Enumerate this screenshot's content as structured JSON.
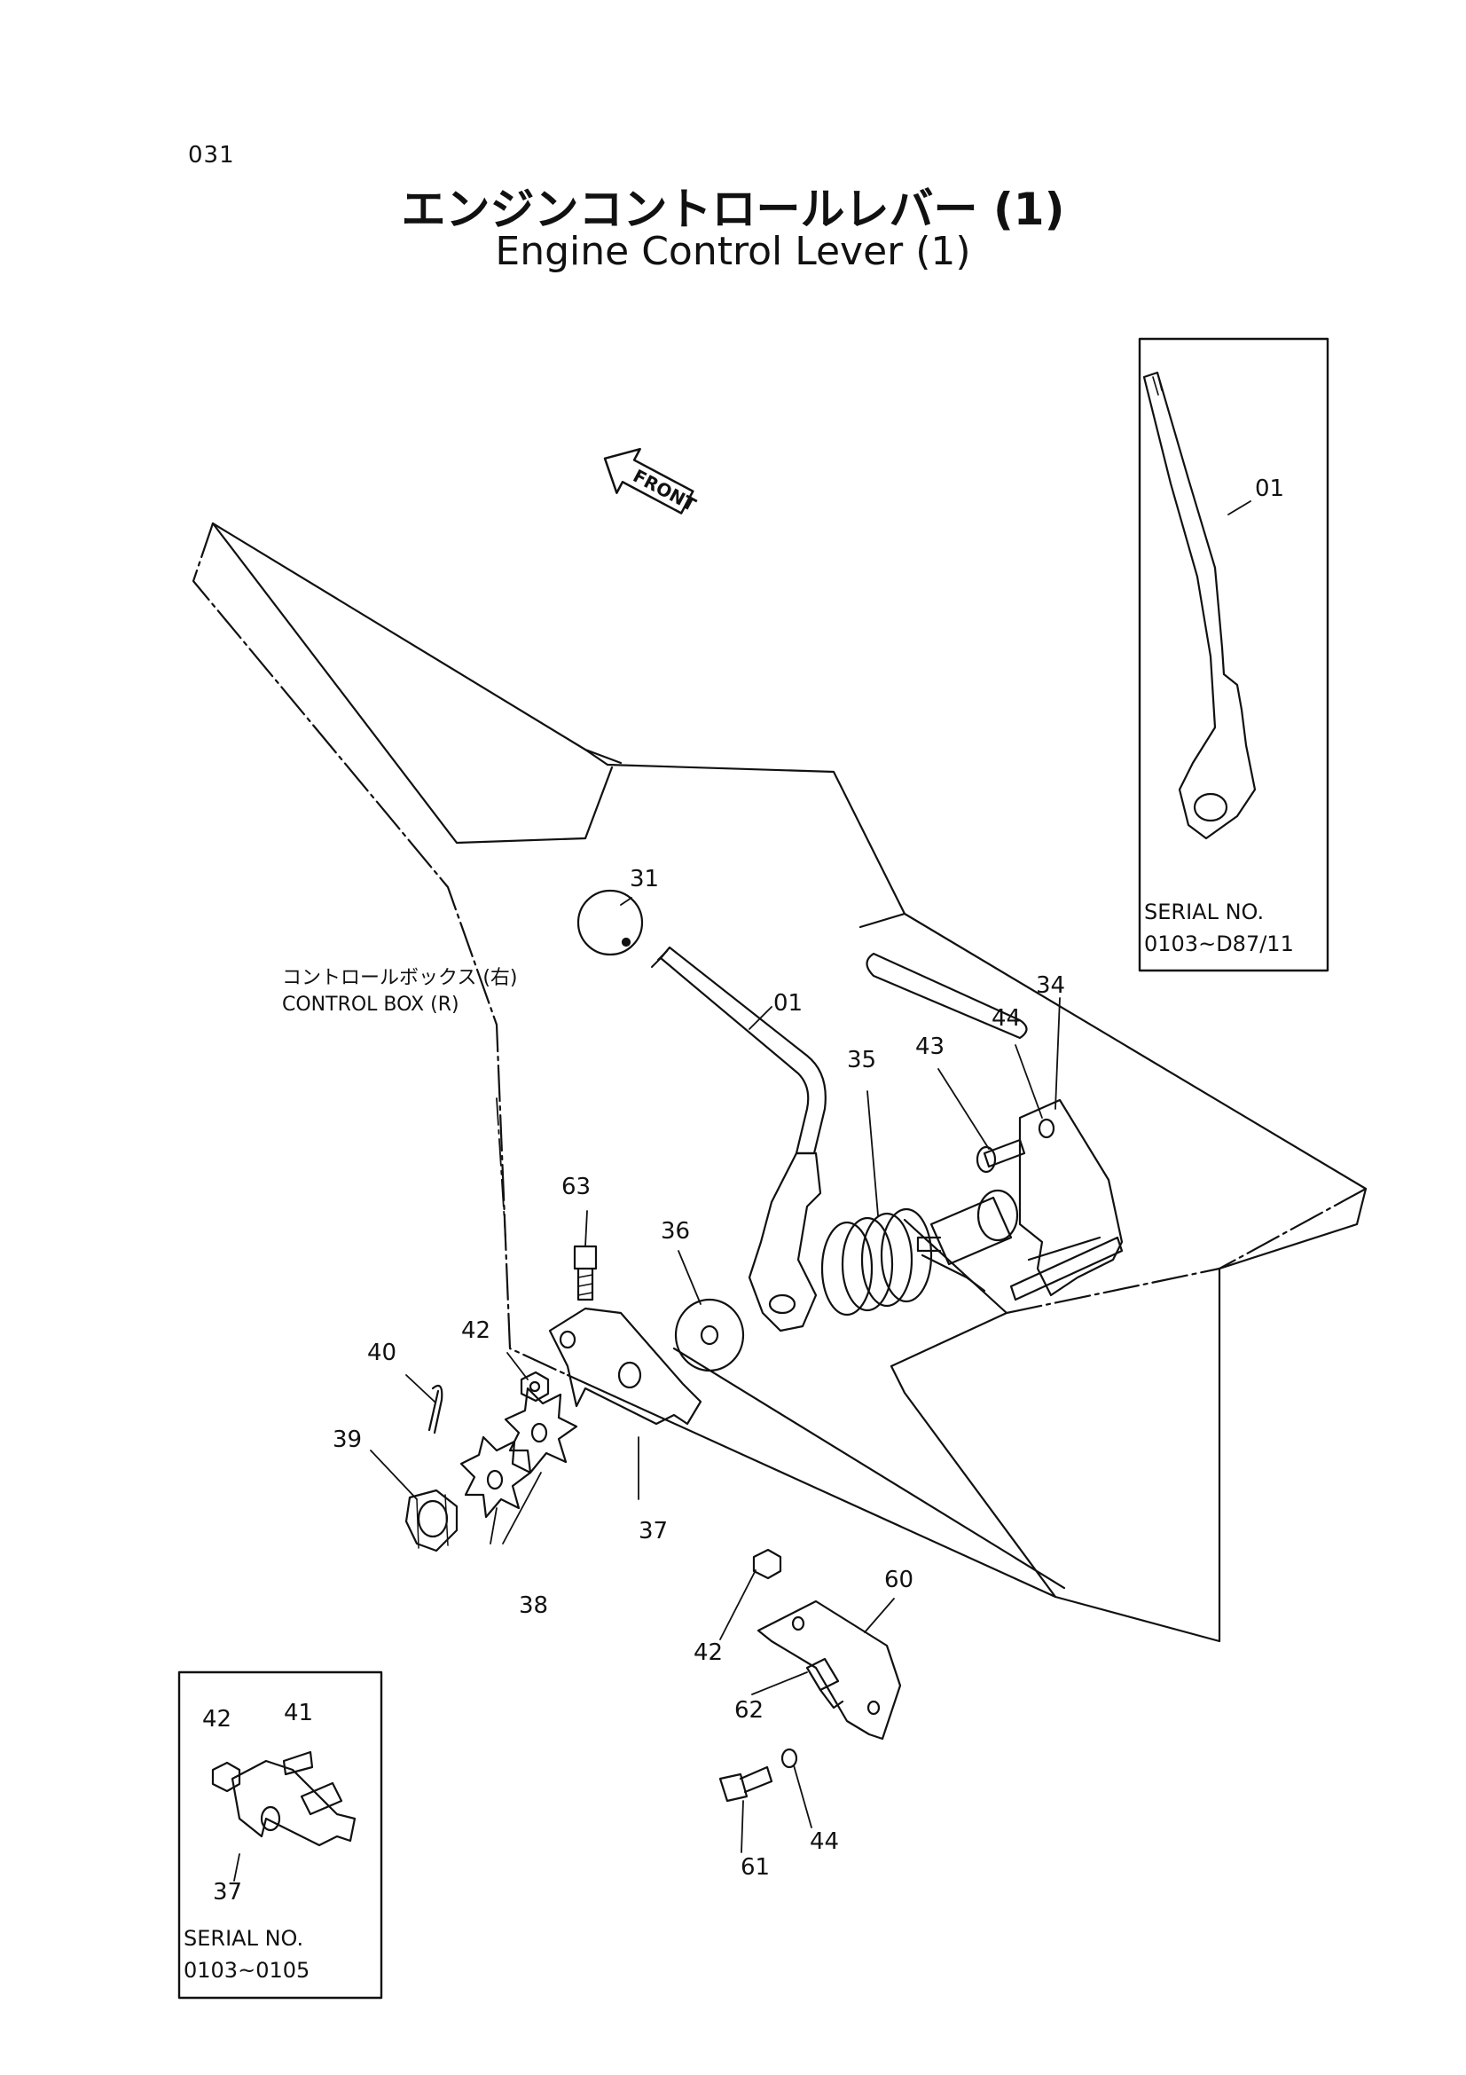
{
  "page_number": "031",
  "title_ja": "エンジンコントロールレバー (1)",
  "title_en": "Engine Control Lever (1)",
  "front_label": "FRONT",
  "control_box": {
    "label_ja": "コントロールボックス (右)",
    "label_en": "CONTROL BOX (R)"
  },
  "inset_top": {
    "serial_label": "SERIAL NO.",
    "serial_range": "0103~D87/11",
    "part_label": "01"
  },
  "inset_bottom": {
    "serial_label": "SERIAL NO.",
    "serial_range": "0103~0105",
    "parts": [
      "42",
      "41",
      "37"
    ]
  },
  "callouts": [
    "31",
    "01",
    "34",
    "44",
    "43",
    "35",
    "63",
    "36",
    "42",
    "40",
    "39",
    "38",
    "37",
    "60",
    "42",
    "62",
    "61",
    "44"
  ]
}
